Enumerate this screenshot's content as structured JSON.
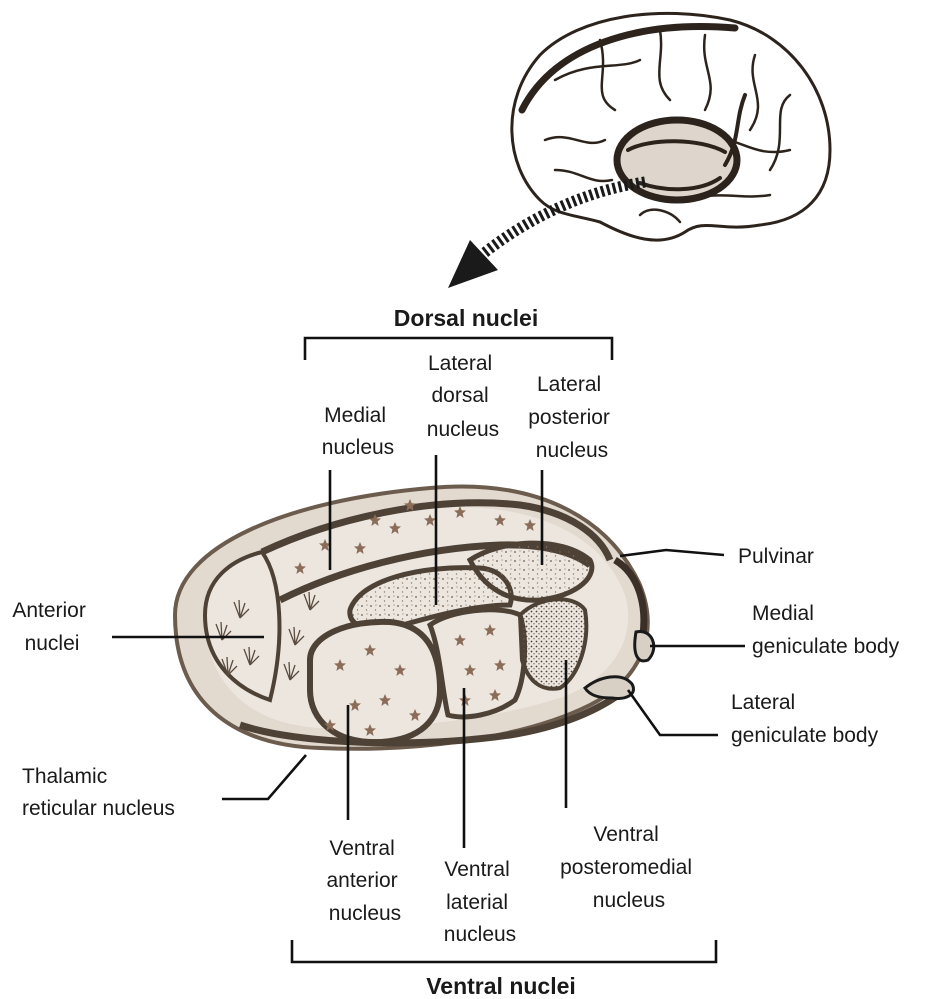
{
  "headers": {
    "dorsal": "Dorsal nuclei",
    "ventral": "Ventral nuclei"
  },
  "labels": {
    "medial_nucleus": [
      "Medial",
      "nucleus"
    ],
    "lateral_dorsal_nucleus": [
      "Lateral",
      "dorsal",
      "nucleus"
    ],
    "lateral_posterior_nucleus": [
      "Lateral",
      "posterior",
      "nucleus"
    ],
    "pulvinar": [
      "Pulvinar"
    ],
    "medial_geniculate_body": [
      "Medial",
      "geniculate body"
    ],
    "lateral_geniculate_body": [
      "Lateral",
      "geniculate body"
    ],
    "anterior_nuclei": [
      "Anterior",
      "nuclei"
    ],
    "thalamic_reticular_nucleus": [
      "Thalamic",
      "reticular nucleus"
    ],
    "ventral_anterior_nucleus": [
      "Ventral",
      "anterior",
      "nucleus"
    ],
    "ventral_laterial_nucleus": [
      "Ventral",
      "laterial",
      "nucleus"
    ],
    "ventral_posteromedial_nucleus": [
      "Ventral",
      "posteromedial",
      "nucleus"
    ]
  },
  "colors": {
    "ink": "#1a1a1a",
    "sketch": "#2c241c",
    "thalamus_fill": "#e2d9cf",
    "nucleus_fill": "#ece6df",
    "speckle": "#8a6c58"
  }
}
